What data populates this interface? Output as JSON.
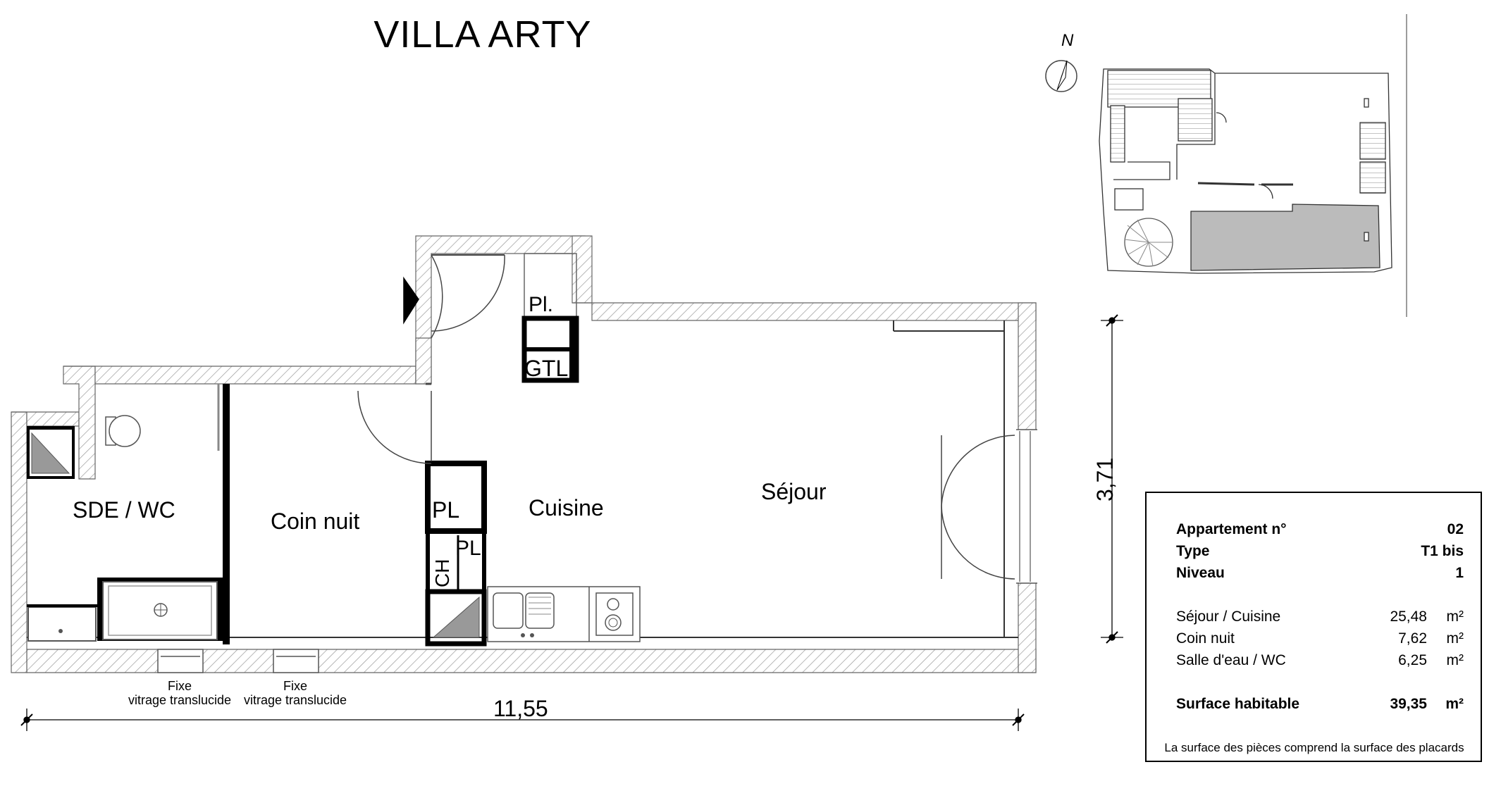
{
  "title": "VILLA   ARTY",
  "north_label": "N",
  "rooms": {
    "sde_wc": "SDE / WC",
    "coin_nuit": "Coin nuit",
    "cuisine": "Cuisine",
    "sejour": "Séjour",
    "placard_entry": "Pl.",
    "gtl": "GTL",
    "placard_1": "PL",
    "placard_2": "PL",
    "chauffe_eau": "CH"
  },
  "windows": [
    {
      "line1": "Fixe",
      "line2": "vitrage translucide"
    },
    {
      "line1": "Fixe",
      "line2": "vitrage translucide"
    }
  ],
  "dimensions": {
    "width": "11,55",
    "depth": "3,71"
  },
  "info": {
    "rows": [
      {
        "label": "Appartement n°",
        "value": "02",
        "unit": ""
      },
      {
        "label": "Type",
        "value": "T1 bis",
        "unit": ""
      },
      {
        "label": "Niveau",
        "value": "1",
        "unit": ""
      }
    ],
    "areas": [
      {
        "label": "Séjour / Cuisine",
        "value": "25,48",
        "unit": "m²"
      },
      {
        "label": "Coin nuit",
        "value": "7,62",
        "unit": "m²"
      },
      {
        "label": "Salle d'eau / WC",
        "value": "6,25",
        "unit": "m²"
      }
    ],
    "total": {
      "label": "Surface habitable",
      "value": "39,35",
      "unit": "m²"
    },
    "note": "La surface des pièces comprend la surface des placards"
  }
}
